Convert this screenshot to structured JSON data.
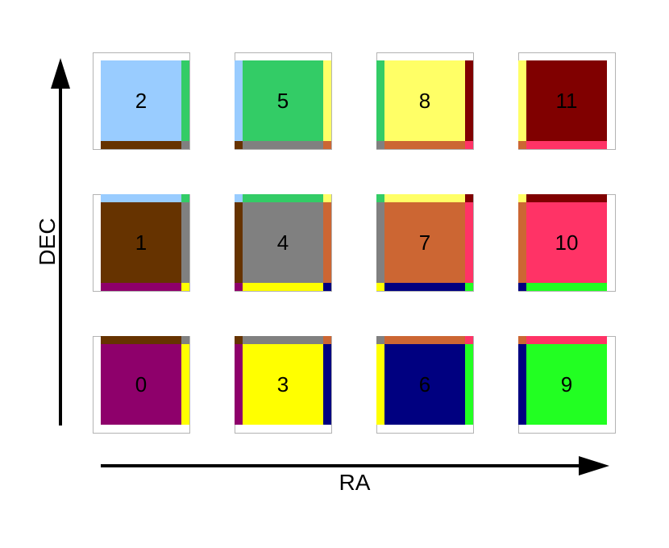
{
  "axes": {
    "x_label": "RA",
    "y_label": "DEC"
  },
  "tiles": [
    {
      "id": "0",
      "color": "#8e006b",
      "top": "#663300",
      "right": "#ffff00",
      "bottom": "",
      "left": "",
      "tr": "#808080",
      "br": "",
      "tl": "",
      "bl": ""
    },
    {
      "id": "1",
      "color": "#663300",
      "top": "#99ccff",
      "right": "#808080",
      "bottom": "#8e006b",
      "left": "",
      "tr": "#33cc66",
      "br": "#ffff00",
      "tl": "",
      "bl": ""
    },
    {
      "id": "2",
      "color": "#99ccff",
      "top": "",
      "right": "#33cc66",
      "bottom": "#663300",
      "left": "",
      "tr": "",
      "br": "#808080",
      "tl": "",
      "bl": ""
    },
    {
      "id": "3",
      "color": "#ffff00",
      "top": "#808080",
      "right": "#000080",
      "bottom": "",
      "left": "#8e006b",
      "tr": "#cc6633",
      "br": "",
      "tl": "#663300",
      "bl": ""
    },
    {
      "id": "4",
      "color": "#808080",
      "top": "#33cc66",
      "right": "#cc6633",
      "bottom": "#ffff00",
      "left": "#663300",
      "tr": "#ffff66",
      "br": "#000080",
      "tl": "#99ccff",
      "bl": "#8e006b"
    },
    {
      "id": "5",
      "color": "#33cc66",
      "top": "",
      "right": "#ffff66",
      "bottom": "#808080",
      "left": "#99ccff",
      "tr": "",
      "br": "#cc6633",
      "tl": "",
      "bl": "#663300"
    },
    {
      "id": "6",
      "color": "#000080",
      "top": "#cc6633",
      "right": "#22ff22",
      "bottom": "",
      "left": "#ffff00",
      "tr": "#ff3366",
      "br": "",
      "tl": "#808080",
      "bl": ""
    },
    {
      "id": "7",
      "color": "#cc6633",
      "top": "#ffff66",
      "right": "#ff3366",
      "bottom": "#000080",
      "left": "#808080",
      "tr": "#800000",
      "br": "#22ff22",
      "tl": "#33cc66",
      "bl": "#ffff00"
    },
    {
      "id": "8",
      "color": "#ffff66",
      "top": "",
      "right": "#800000",
      "bottom": "#cc6633",
      "left": "#33cc66",
      "tr": "",
      "br": "#ff3366",
      "tl": "",
      "bl": "#808080"
    },
    {
      "id": "9",
      "color": "#22ff22",
      "top": "#ff3366",
      "right": "",
      "bottom": "",
      "left": "#000080",
      "tr": "",
      "br": "",
      "tl": "#cc6633",
      "bl": ""
    },
    {
      "id": "10",
      "color": "#ff3366",
      "top": "#800000",
      "right": "",
      "bottom": "#22ff22",
      "left": "#cc6633",
      "tr": "",
      "br": "",
      "tl": "#ffff66",
      "bl": "#000080"
    },
    {
      "id": "11",
      "color": "#800000",
      "top": "",
      "right": "",
      "bottom": "#ff3366",
      "left": "#ffff66",
      "tr": "",
      "br": "",
      "tl": "",
      "bl": "#cc6633"
    }
  ]
}
